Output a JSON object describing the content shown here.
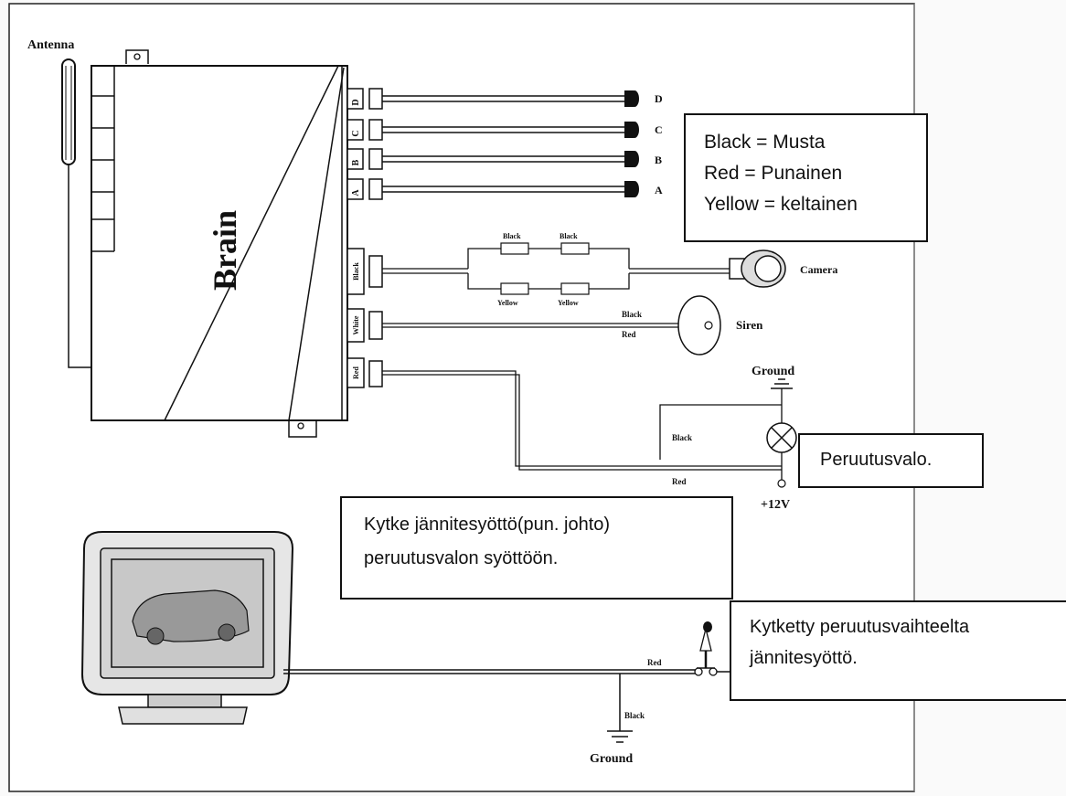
{
  "labels": {
    "antenna": "Antenna",
    "brain": "Brain",
    "port_d": "D",
    "port_c": "C",
    "port_b": "B",
    "port_a": "A",
    "out_d": "D",
    "out_c": "C",
    "out_b": "B",
    "out_a": "A",
    "port_black": "Black",
    "port_white": "White",
    "port_red": "Red",
    "plug_black_1": "Black",
    "plug_black_2": "Black",
    "plug_yellow_1": "Yellow",
    "plug_yellow_2": "Yellow",
    "camera": "Camera",
    "siren": "Siren",
    "siren_black": "Black",
    "siren_red": "Red",
    "ground_top": "Ground",
    "lamp_black": "Black",
    "lamp_red": "Red",
    "plus12v": "+12V",
    "monitor_red": "Red",
    "monitor_black": "Black",
    "ground_bottom": "Ground"
  },
  "notes": {
    "colors": {
      "line1": "Black = Musta",
      "line2": "Red = Punainen",
      "line3": "Yellow = keltainen"
    },
    "reverse_light": "Peruutusvalo.",
    "power_feed": {
      "line1": "Kytke jännitesyöttö(pun. johto)",
      "line2": "peruutusvalon syöttöön."
    },
    "switched": {
      "line1": "Kytketty peruutusvaihteelta",
      "line2": "jännitesyöttö."
    }
  }
}
